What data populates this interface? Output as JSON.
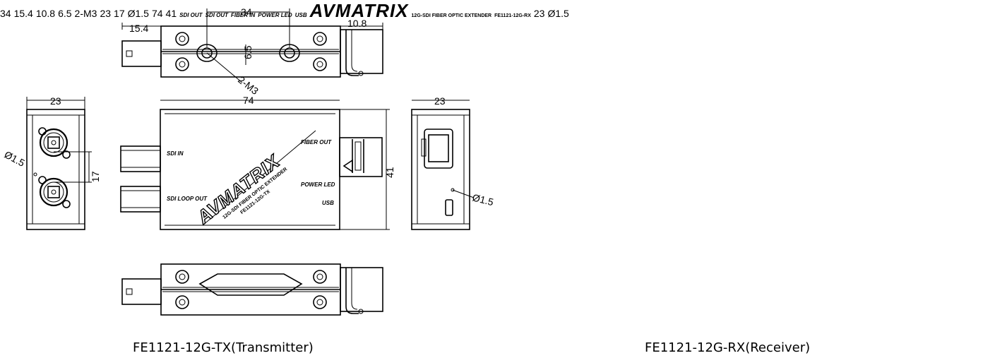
{
  "transmitter": {
    "caption": "FE1121-12G-TX(Transmitter)",
    "brand": "AVMATRIX",
    "product_line": "12G-SDI FIBER OPTIC EXTENDER",
    "model": "FE1121-12G-TX",
    "ports": {
      "top": "SDI IN",
      "bottom": "SDI LOOP OUT",
      "fiber": "FIBER OUT",
      "power_led": "POWER LED",
      "usb": "USB"
    },
    "dims": {
      "width": "74",
      "height": "41",
      "depth": "23",
      "left_ext": "15.4",
      "right_ext": "10.8",
      "hole_spacing": "34",
      "hole_offset": "6.5",
      "screws": "2-M3",
      "led_hole": "Ø1.5",
      "fiber_pitch": "17"
    }
  },
  "receiver": {
    "caption": "FE1121-12G-RX(Receiver)",
    "brand": "AVMATRIX",
    "product_line": "12G-SDI FIBER OPTIC EXTENDER",
    "model": "FE1121-12G-RX",
    "ports": {
      "top": "SDI OUT",
      "bottom": "SDI OUT",
      "fiber": "FIBER IN",
      "power_led": "POWER LED",
      "usb": "USB"
    },
    "dims": {
      "width": "74",
      "height": "41",
      "depth": "23",
      "left_ext": "15.4",
      "right_ext": "10.8",
      "hole_spacing": "34",
      "hole_offset": "6.5",
      "screws": "2-M3",
      "led_hole": "Ø1.5",
      "fiber_pitch": "17"
    }
  }
}
